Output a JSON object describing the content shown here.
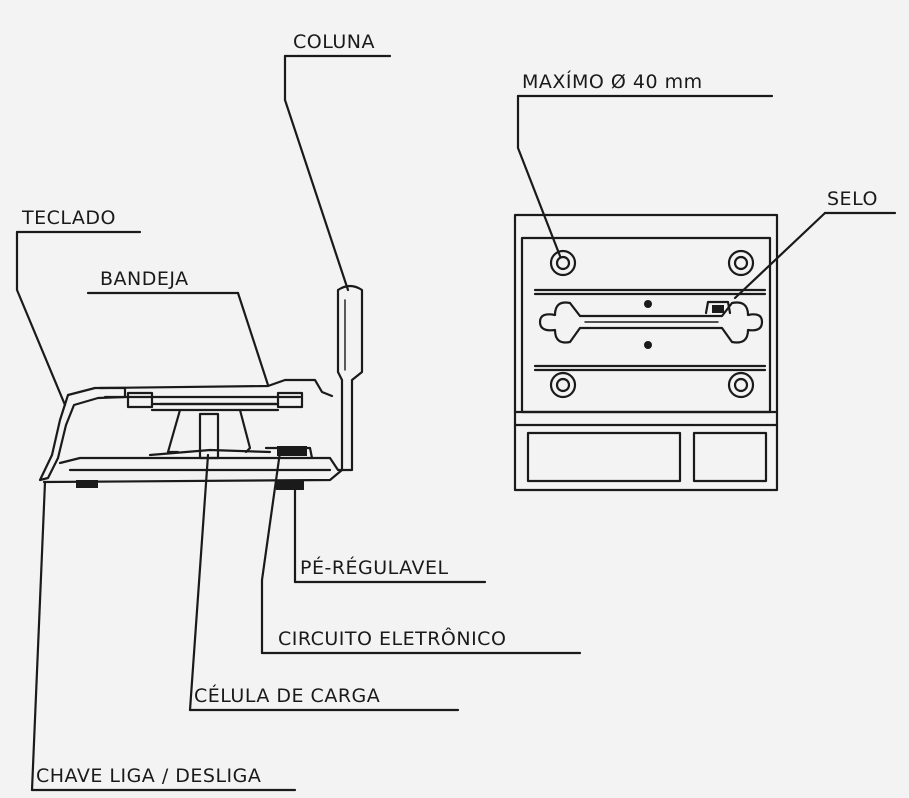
{
  "labels": {
    "coluna": "COLUNA",
    "maximo": "MAXÍMO Ø 40 mm",
    "selo": "SELO",
    "teclado": "TECLADO",
    "bandeja": "BANDEJA",
    "pe_regulavel": "PÉ-RÉGULAVEL",
    "circuito": "CIRCUITO ELETRÔNICO",
    "celula": "CÉLULA DE CARGA",
    "chave": "CHAVE LIGA / DESLIGA"
  }
}
